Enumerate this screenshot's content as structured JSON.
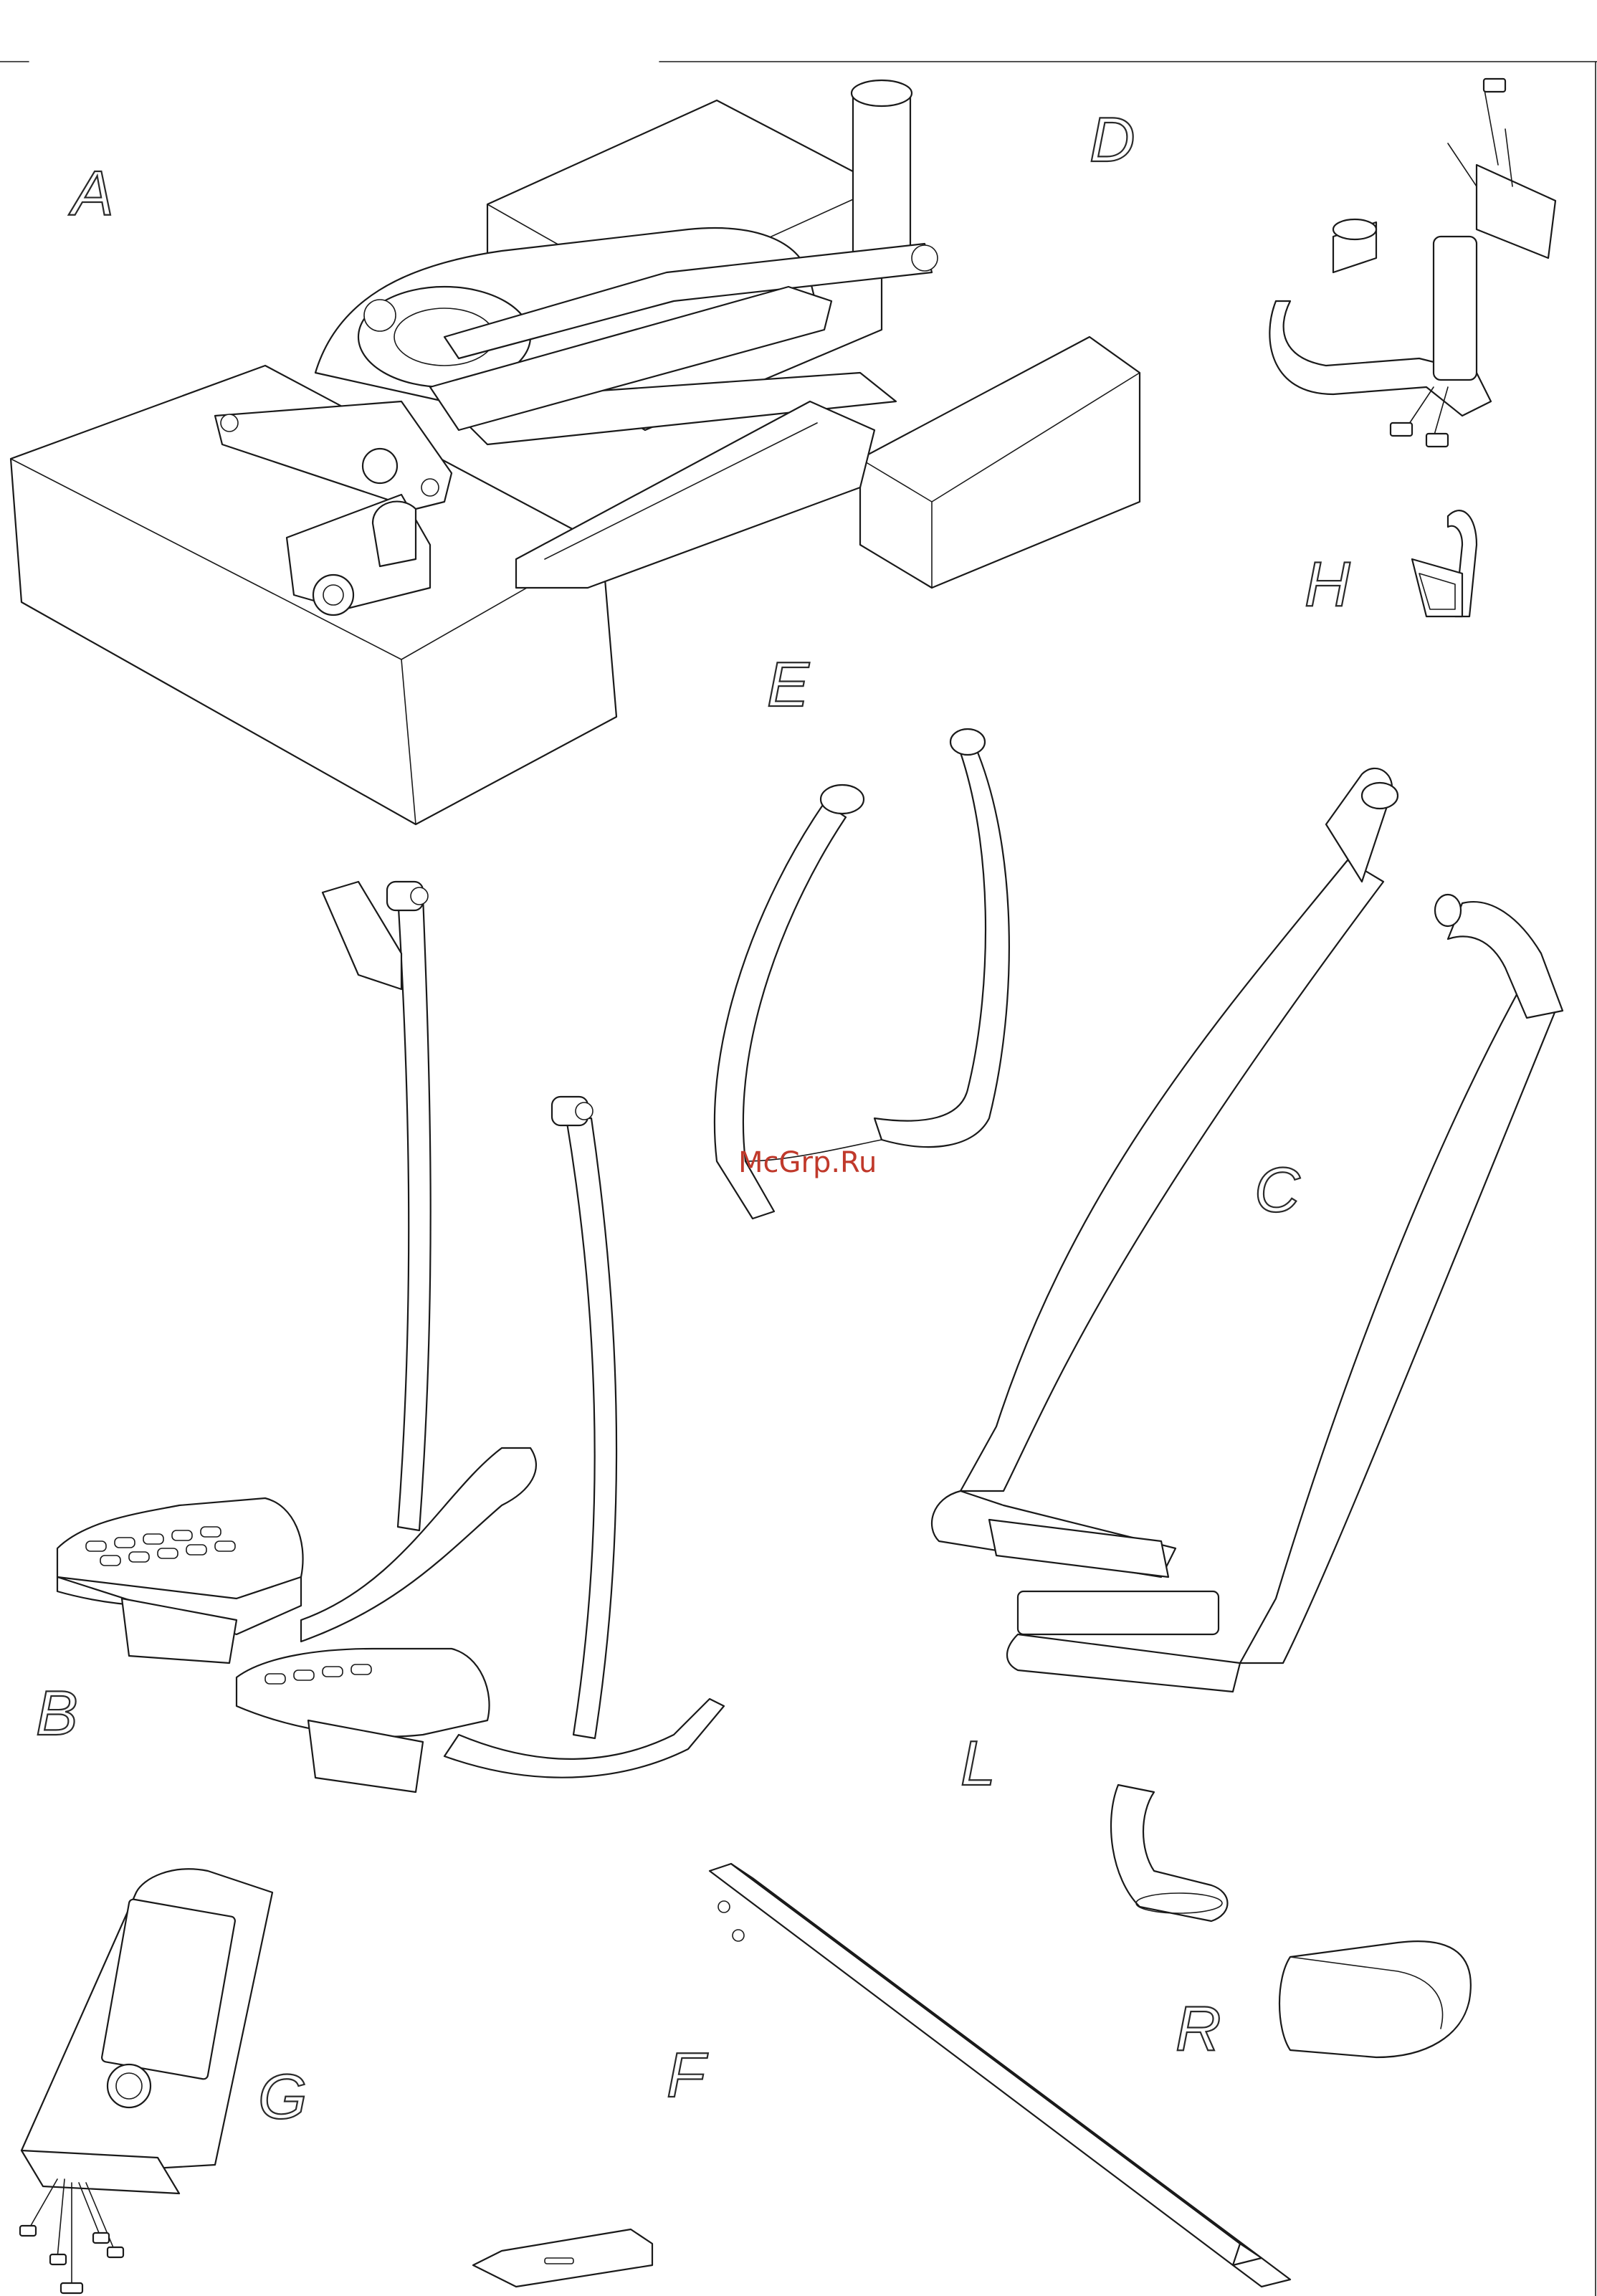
{
  "watermark": "McGrp.Ru",
  "parts": [
    {
      "id": "A"
    },
    {
      "id": "B"
    },
    {
      "id": "C"
    },
    {
      "id": "D"
    },
    {
      "id": "E"
    },
    {
      "id": "F"
    },
    {
      "id": "G"
    },
    {
      "id": "H"
    },
    {
      "id": "L"
    },
    {
      "id": "R"
    }
  ],
  "colors": {
    "line": "#1a1a1a",
    "background": "#ffffff",
    "watermark": "#c0392b"
  }
}
